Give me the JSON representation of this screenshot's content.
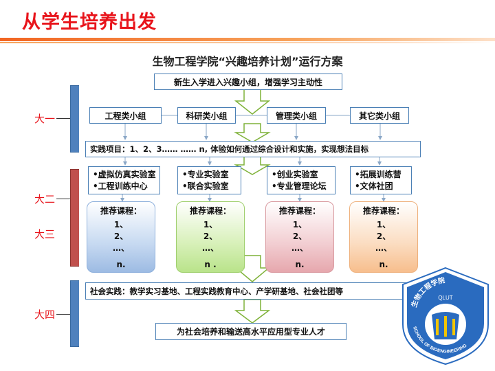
{
  "slide": {
    "title": "从学生培养出发"
  },
  "diagram": {
    "title": "生物工程学院“兴趣培养计划”运行方案",
    "intro": "新生入学进入兴趣小组，增强学习主动性",
    "groups": [
      "工程类小组",
      "科研类小组",
      "管理类小组",
      "其它类小组"
    ],
    "practice": "实践项目：1、2、3……  …… n, 体验如何通过综合设计和实施，实现想法目标",
    "platforms": [
      [
        "•虚拟仿真实验室",
        "•工程训练中心"
      ],
      [
        "•专业实验室",
        "•联合实验室"
      ],
      [
        "•创业实验室",
        "•专业管理论坛"
      ],
      [
        "•拓展训练营",
        "•文体社团"
      ]
    ],
    "courses": {
      "head": "推荐课程：",
      "l1": "1、",
      "l2": "2、",
      "l3": "…、",
      "last": [
        "n.",
        "n .",
        "n.",
        "n."
      ]
    },
    "social": "社会实践：教学实习基地、工程实践教育中心、产学研基地、社会社团等",
    "goal": "为社会培养和输送高水平应用型专业人才",
    "stages": {
      "s1": "大一",
      "s2": "大二",
      "s3": "大三",
      "s4": "大四"
    }
  },
  "logo": {
    "top_text": "生物工程学院",
    "abbr": "QLUT",
    "bottom_text": "SCHOOL OF BIOENGINEERING"
  },
  "colors": {
    "accent": "#e8141b",
    "box_border": "#4a7fb5",
    "arrow_fill": "#ffffff",
    "arrow_stroke": "#7fb239"
  }
}
